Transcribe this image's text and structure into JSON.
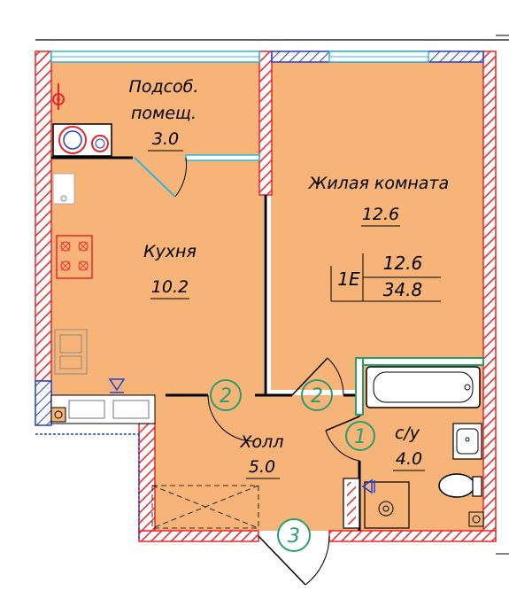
{
  "rooms": {
    "utility": {
      "name_line1": "Подсоб.",
      "name_line2": "помещ.",
      "area": "3.0"
    },
    "living": {
      "name": "Жилая комната",
      "area": "12.6"
    },
    "kitchen": {
      "name": "Кухня",
      "area": "10.2"
    },
    "hall": {
      "name": "Холл",
      "area": "5.0"
    },
    "bath": {
      "name": "с/у",
      "area": "4.0"
    }
  },
  "apartment_tag": {
    "type": "1E",
    "living_area": "12.6",
    "total_area": "34.8"
  },
  "door_markers": [
    "2",
    "2",
    "1",
    "3"
  ],
  "colors": {
    "floor": "#f7b479",
    "wall_red": "#e8262a",
    "accent_green": "#2a9d6f",
    "window_blue": "#2fb7d9",
    "outline_blue": "#1f3fd6"
  }
}
